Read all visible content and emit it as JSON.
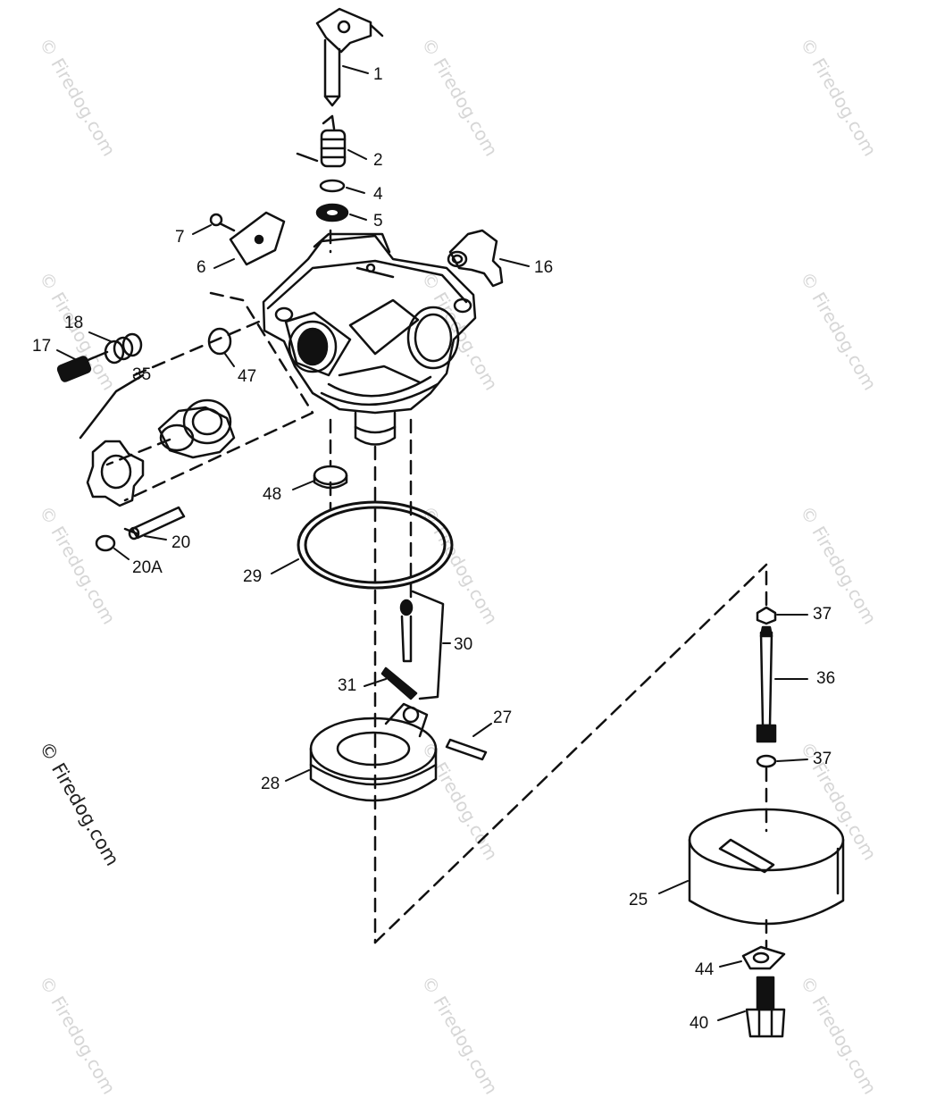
{
  "watermark_text": "© Firedog.com",
  "callouts": {
    "c1": "1",
    "c2": "2",
    "c4": "4",
    "c5": "5",
    "c6": "6",
    "c7": "7",
    "c16": "16",
    "c17": "17",
    "c18": "18",
    "c20": "20",
    "c20a": "20A",
    "c25": "25",
    "c27": "27",
    "c28": "28",
    "c29": "29",
    "c30": "30",
    "c31": "31",
    "c35": "35",
    "c36": "36",
    "c37a": "37",
    "c37b": "37",
    "c40": "40",
    "c44": "44",
    "c47": "47",
    "c48": "48"
  },
  "colors": {
    "ink": "#111111",
    "watermark": "#d6d6d6",
    "paper": "#ffffff"
  }
}
